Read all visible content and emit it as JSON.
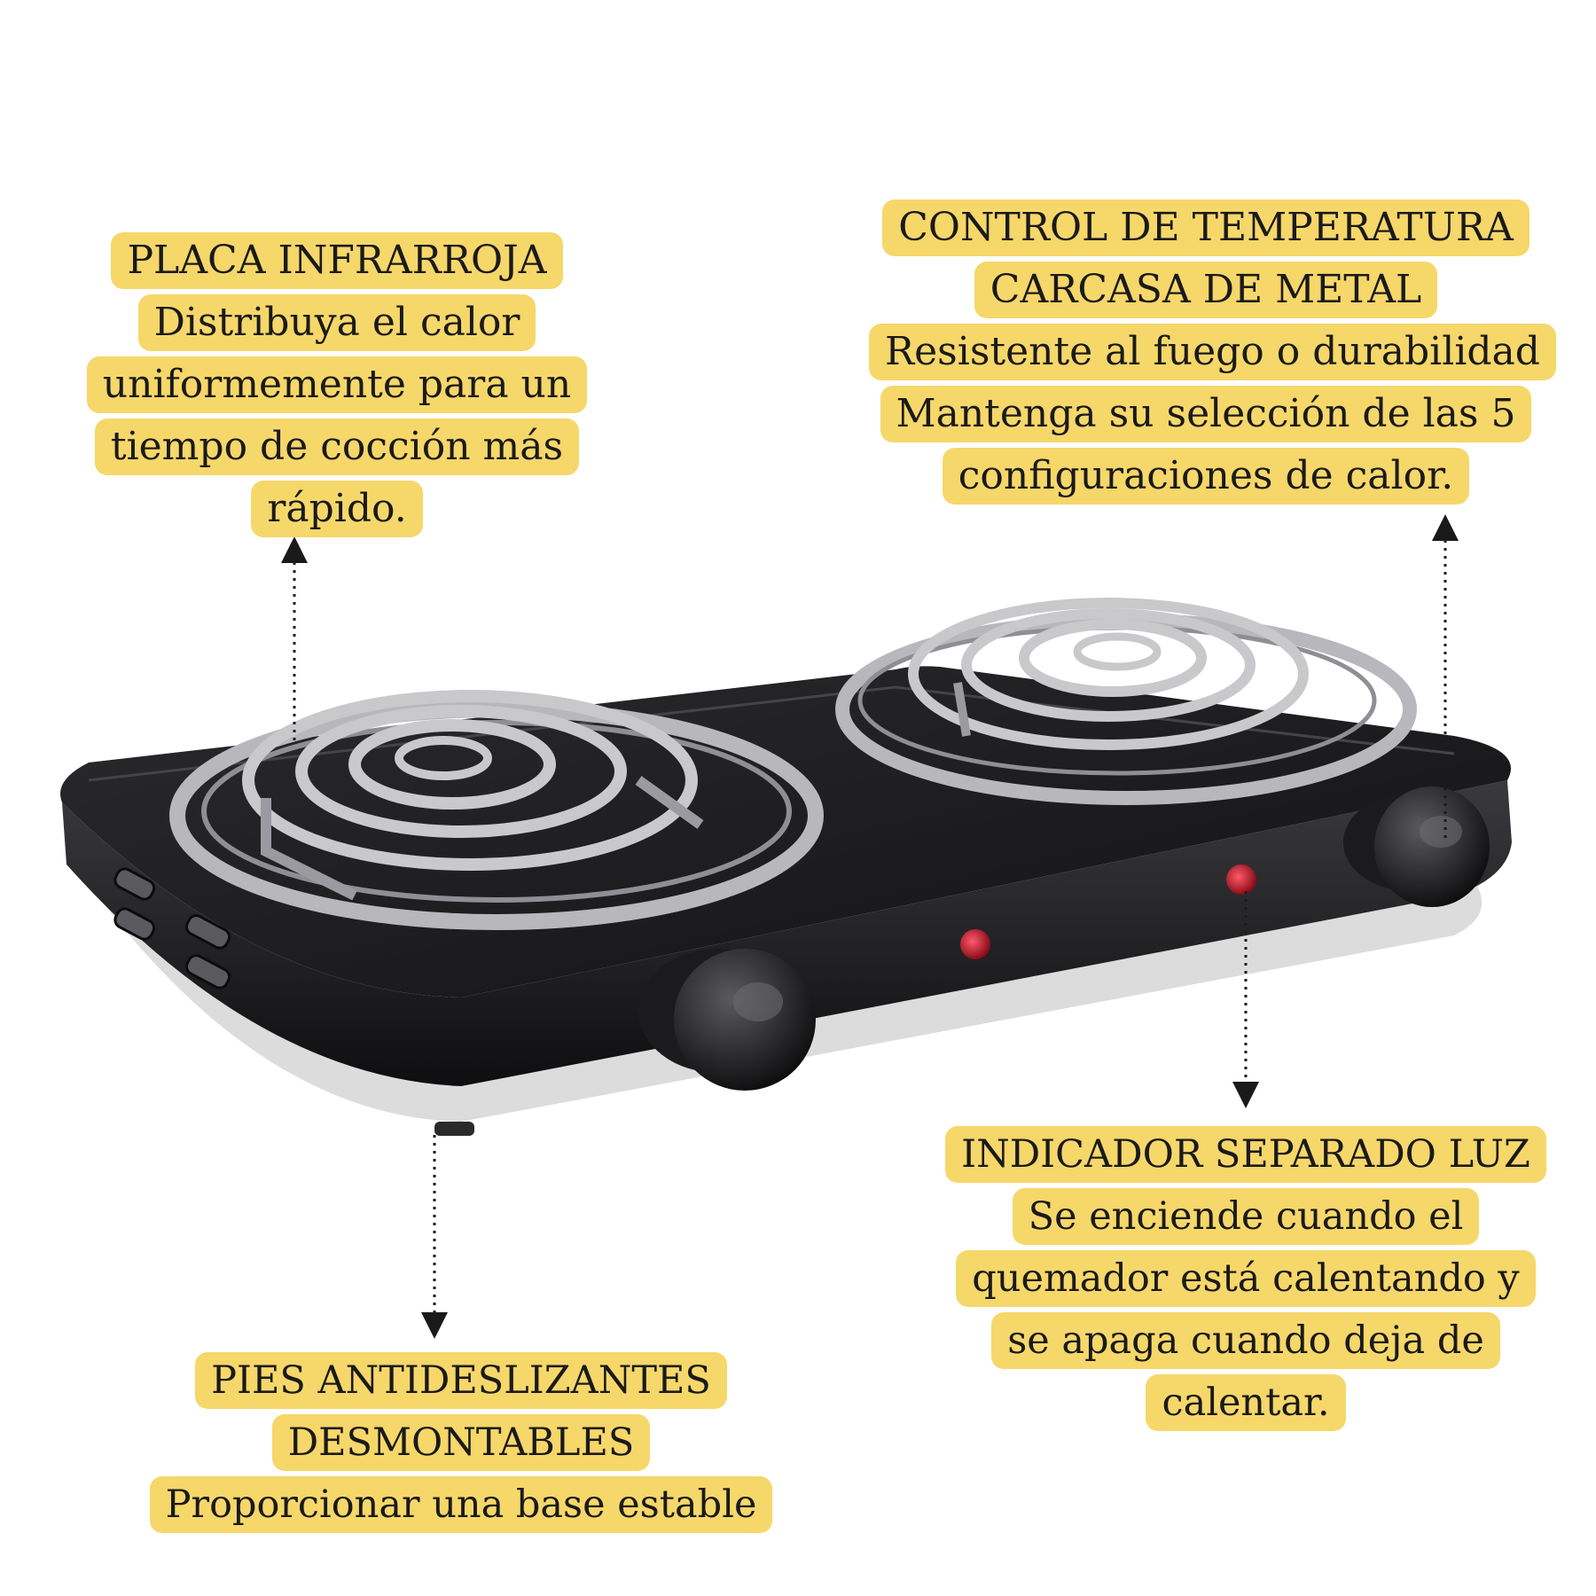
{
  "callouts": {
    "placa": {
      "lines": [
        "PLACA INFRARROJA",
        "Distribuya el calor",
        "uniformemente para un",
        "tiempo de cocción más",
        "rápido."
      ]
    },
    "control": {
      "lines": [
        "CONTROL DE TEMPERATURA",
        "CARCASA DE METAL",
        "Resistente al fuego o durabilidad",
        "Mantenga su selección de las 5",
        "configuraciones de calor."
      ]
    },
    "indicador": {
      "lines": [
        "INDICADOR SEPARADO LUZ",
        "Se enciende cuando el",
        "quemador está calentando y",
        "se apaga cuando deja de",
        "calentar."
      ]
    },
    "pies": {
      "lines": [
        "PIES ANTIDESLIZANTES",
        "DESMONTABLES",
        "Proporcionar una base estable"
      ]
    }
  },
  "colors": {
    "callout_background": "#f6d76a",
    "body": "#1c1c1e",
    "coil": "#c9c9cc",
    "indicator_light": "#c0192a"
  },
  "product_image": "double-burner-electric-hot-plate"
}
